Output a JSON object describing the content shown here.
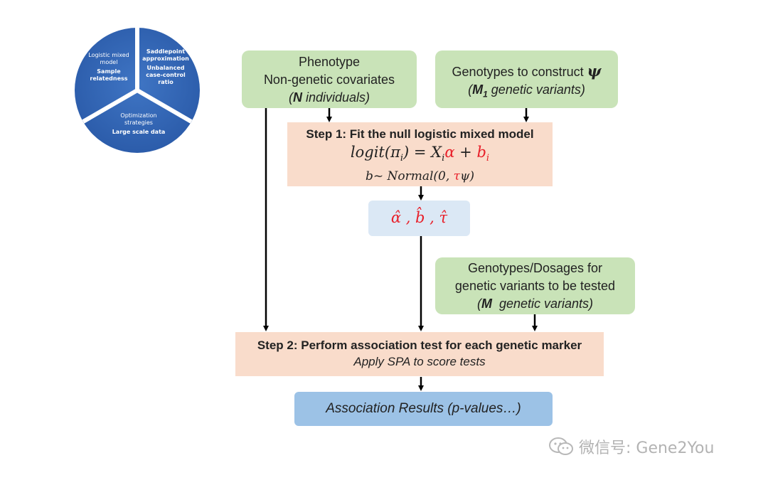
{
  "colors": {
    "green_box": "#c9e3b8",
    "peach_box": "#f9dccb",
    "light_blue_box": "#dbe8f5",
    "result_box": "#9cc2e6",
    "pie_blue": "#3466b3",
    "highlight_red": "#e8202a"
  },
  "pie": {
    "segments": [
      {
        "title": "Logistic mixed model",
        "subtitle": "Sample relatedness"
      },
      {
        "title": "Saddlepoint approximation",
        "subtitle": "Unbalanced case-control ratio"
      },
      {
        "title": "Optimization strategies",
        "subtitle": "Large scale data"
      }
    ]
  },
  "phenotype_box": {
    "line1": "Phenotype",
    "line2": "Non-genetic covariates",
    "line3_n": "N",
    "line3_rest": " individuals)"
  },
  "genotypes_psi_box": {
    "line1": "Genotypes to construct ",
    "psi": "ψ",
    "line2_m": "M",
    "line2_sub": "1",
    "line2_rest": " genetic variants)"
  },
  "step1": {
    "title": "Step 1: Fit the null logistic mixed model",
    "eq_logit": "logit",
    "eq_pi": "(π",
    "eq_i": "i",
    "eq_mid": ") = X",
    "eq_i2": "i",
    "eq_alpha": "α",
    "eq_plus": " + ",
    "eq_b": "b",
    "eq_bi": "i",
    "eq2_pre": "b~ Normal(0, ",
    "eq2_tau": "τ",
    "eq2_post": "ψ)"
  },
  "estimates": {
    "alpha_hat": "α̂",
    "b_hat": "b̂",
    "tau_hat": "τ̂",
    "sep": " , "
  },
  "genotypes_test_box": {
    "line1": "Genotypes/Dosages for",
    "line2": "genetic variants to be tested",
    "line3_m": "M",
    "line3_rest": "  genetic variants)"
  },
  "step2": {
    "title": "Step 2: Perform association test for each genetic marker",
    "subtitle": "Apply SPA to score tests"
  },
  "results": {
    "label": "Association Results (p-values…)"
  },
  "watermark": {
    "text": "微信号: Gene2You"
  }
}
